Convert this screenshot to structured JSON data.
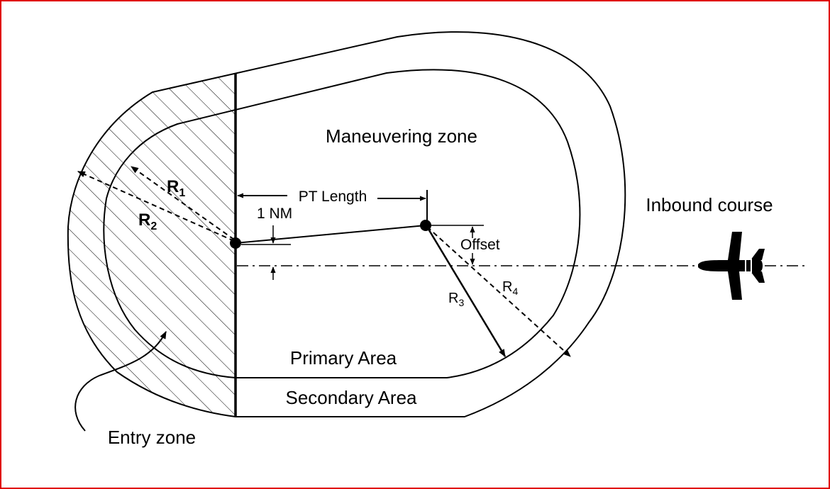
{
  "colors": {
    "frame_border": "#e00000",
    "ink": "#000000",
    "background": "#ffffff"
  },
  "labels": {
    "maneuvering_zone": "Maneuvering zone",
    "inbound_course": "Inbound course",
    "pt_length": "PT Length",
    "one_nm": "1 NM",
    "offset": "Offset",
    "primary_area": "Primary Area",
    "secondary_area": "Secondary Area",
    "entry_zone": "Entry zone"
  },
  "radii": {
    "r1": {
      "letter": "R",
      "sub": "1"
    },
    "r2": {
      "letter": "R",
      "sub": "2"
    },
    "r3": {
      "letter": "R",
      "sub": "3"
    },
    "r4": {
      "letter": "R",
      "sub": "4"
    }
  },
  "icons": {
    "aircraft": "airplane-icon"
  }
}
